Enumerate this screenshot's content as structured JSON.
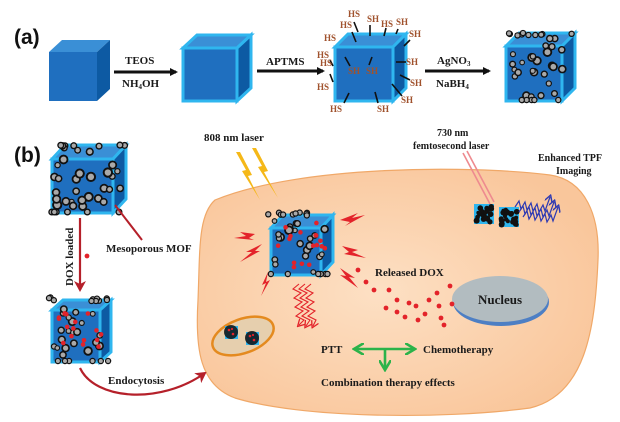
{
  "figure": {
    "panel_a_label": "(a)",
    "panel_b_label": "(b)",
    "colors": {
      "cube_front": "#1f6fbf",
      "cube_top": "#3a8fd6",
      "cube_side": "#0d5aa3",
      "shell": "#2fb6ef",
      "cell": "#fbd3b0",
      "cell_edge": "#f0a868",
      "nucleus": "#b2bcc0",
      "nucleus_edge": "#4d7fc4",
      "dox": "#e3232a",
      "arrow_dark": "#111111",
      "arrow_red": "#b5202a",
      "laser_yellow": "#f5b818",
      "tpf_blue": "#2d39b3",
      "fs_laser": "#ee8a8f",
      "combo_green": "#2bb34a",
      "endosome_fill": "#e6cfae",
      "endosome_edge": "#e48a1f",
      "thiol_text": "#a0522d"
    }
  },
  "panel_a": {
    "step1": {
      "top": "TEOS",
      "bottom_main": "NH",
      "bottom_sub": "4",
      "bottom_tail": "OH"
    },
    "step2": {
      "top": "APTMS"
    },
    "step3": {
      "top_main": "AgNO",
      "top_sub": "3",
      "bottom_main": "NaBH",
      "bottom_sub": "4"
    },
    "thiol_labels": [
      "HS",
      "HS",
      "SH",
      "HS",
      "SH",
      "HS",
      "SH",
      "HS",
      "SH",
      "SH",
      "HS",
      "HS",
      "SH",
      "SH",
      "SH",
      "HS",
      "SH"
    ]
  },
  "panel_b": {
    "mof_label": "Mesoporous MOF",
    "dox_loaded_label": "DOX loaded",
    "endocytosis_label": "Endocytosis",
    "laser_808_label": "808 nm laser",
    "laser_730_line1": "730 nm",
    "laser_730_line2": "femtosecond laser",
    "tpf_line1": "Enhanced TPF",
    "tpf_line2": "Imaging",
    "released_dox_label": "Released DOX",
    "nucleus_label": "Nucleus",
    "ptt_label": "PTT",
    "chemo_label": "Chemotherapy",
    "combination_label": "Combination therapy effects"
  }
}
